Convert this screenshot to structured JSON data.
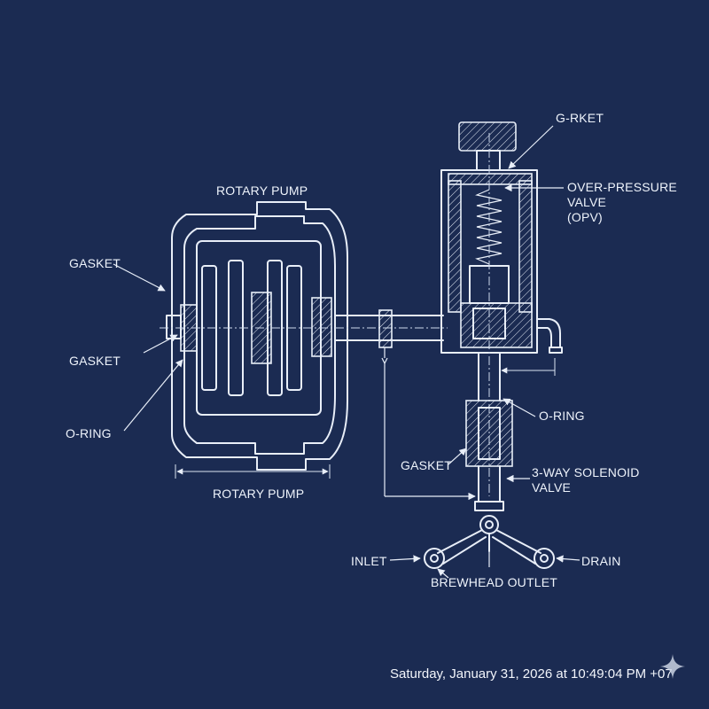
{
  "labels": {
    "rotary_pump_top": "ROTARY PUMP",
    "rotary_pump_bottom": "ROTARY PUMP",
    "gasket_upper_left": "GASKET",
    "gasket_lower_left": "GASKET",
    "o_ring_left": "O-RING",
    "g_rket": "G-RKET",
    "opv_line1": "OVER-PRESSURE",
    "opv_line2": "VALVE",
    "opv_line3": "(OPV)",
    "o_ring_right": "O-RING",
    "gasket_right": "GASKET",
    "solenoid_line1": "3-WAY SOLENOID",
    "solenoid_line2": "VALVE",
    "inlet": "INLET",
    "drain": "DRAIN",
    "brewhead_outlet": "BREWHEAD OUTLET"
  },
  "timestamp": "Saturday, January 31, 2026 at 10:49:04 PM +07",
  "colors": {
    "background": "#1b2b52",
    "line": "#e8eef8"
  },
  "icons": {
    "corner_mark": "sparkle-icon"
  }
}
